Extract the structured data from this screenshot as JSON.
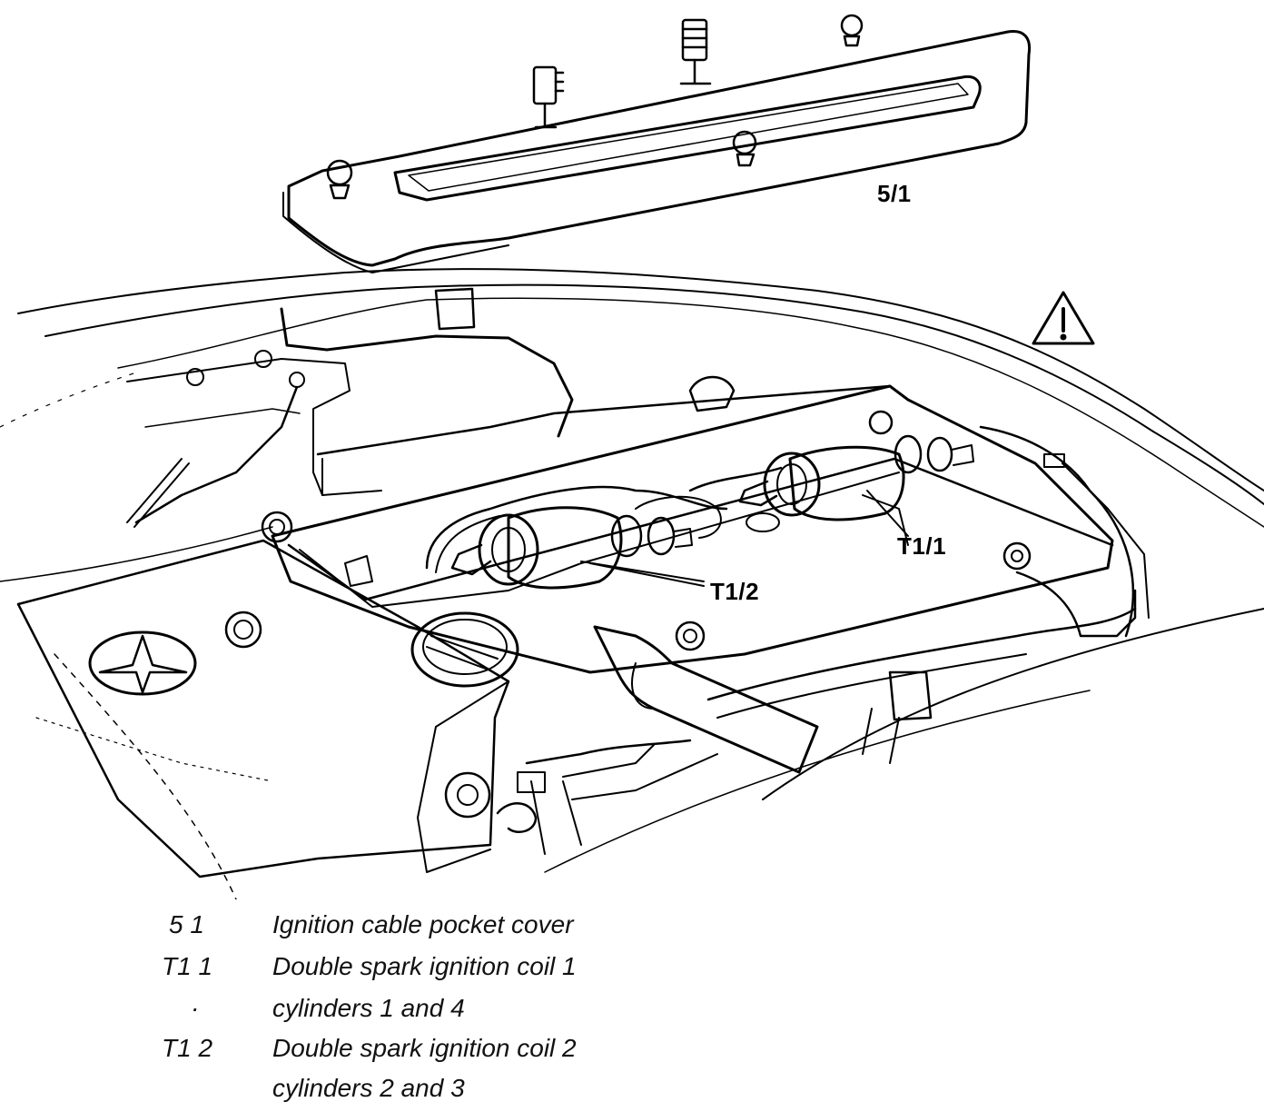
{
  "callouts": {
    "cover": "5/1",
    "coil1": "T1/1",
    "coil2": "T1/2"
  },
  "legend": [
    {
      "code": "5 1",
      "text": "Ignition cable pocket cover"
    },
    {
      "code": "T1 1",
      "text": "Double spark ignition coil 1"
    },
    {
      "code": "·",
      "text": "cylinders 1 and 4"
    },
    {
      "code": "T1 2",
      "text": "Double spark ignition coil 2"
    },
    {
      "code": "",
      "text": "cylinders 2 and 3"
    }
  ],
  "icons": {
    "warning": "warning-triangle-icon",
    "brand": "three-pointed-star-logo"
  }
}
